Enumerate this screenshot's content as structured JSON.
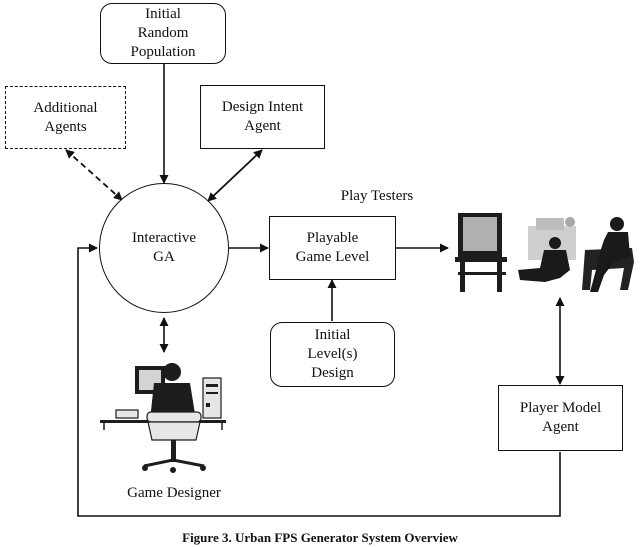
{
  "nodes": {
    "initial_population": [
      "Initial",
      "Random",
      "Population"
    ],
    "additional_agents": [
      "Additional",
      "Agents"
    ],
    "design_intent": [
      "Design Intent",
      "Agent"
    ],
    "interactive_ga": [
      "Interactive",
      "GA"
    ],
    "playable_level": [
      "Playable",
      "Game Level"
    ],
    "initial_levels": [
      "Initial",
      "Level(s)",
      "Design"
    ],
    "player_model": [
      "Player Model",
      "Agent"
    ]
  },
  "labels": {
    "play_testers": "Play Testers",
    "game_designer": "Game Designer"
  },
  "caption": "Figure 3. Urban FPS Generator System Overview"
}
